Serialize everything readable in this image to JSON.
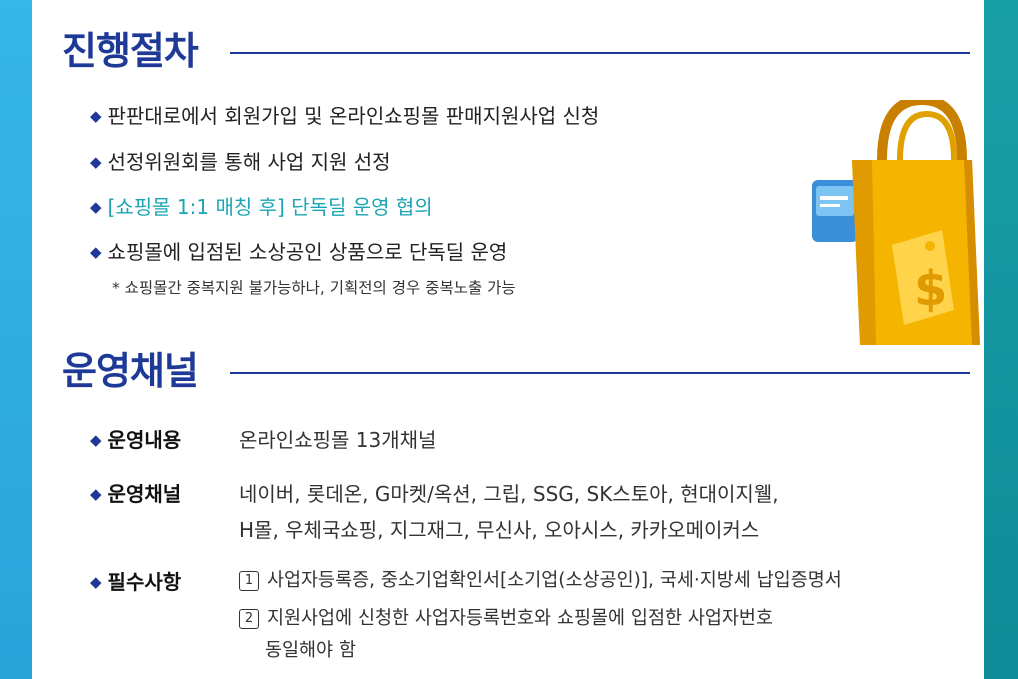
{
  "section1": {
    "title": "진행절차",
    "items": [
      "판판대로에서 회원가입 및 온라인쇼핑몰 판매지원사업 신청",
      "선정위원회를 통해 사업 지원 선정",
      "[쇼핑몰 1:1 매칭 후] 단독딜 운영 협의",
      "쇼핑몰에 입점된 소상공인 상품으로 단독딜 운영"
    ],
    "note": "* 쇼핑몰간 중복지원 불가능하나, 기획전의 경우 중복노출 가능"
  },
  "section2": {
    "title": "운영채널",
    "rows": [
      {
        "label": "운영내용",
        "lines": [
          "온라인쇼핑몰 13개채널"
        ]
      },
      {
        "label": "운영채널",
        "lines": [
          "네이버, 롯데온, G마켓/옥션, 그립, SSG, SK스토아, 현대이지웰,",
          "H몰, 우체국쇼핑, 지그재그, 무신사, 오아시스, 카카오메이커스"
        ]
      },
      {
        "label": "필수사항",
        "items": [
          {
            "num": "1",
            "lines": [
              "사업자등록증, 중소기업확인서[소기업(소상공인)], 국세·지방세 납입증명서"
            ]
          },
          {
            "num": "2",
            "lines": [
              "지원사업에 신청한 사업자등록번호와 쇼핑몰에 입점한 사업자번호",
              "동일해야 함"
            ]
          }
        ]
      }
    ]
  },
  "colors": {
    "title": "#1e3a96",
    "accent": "#1aa6b4",
    "left_stripe": "#35b7e8",
    "right_stripe": "#18a0a8",
    "bag": "#f5b400"
  },
  "icons": {
    "bag": "shopping-bag-icon",
    "dollar": "dollar-icon",
    "card": "card-icon"
  }
}
